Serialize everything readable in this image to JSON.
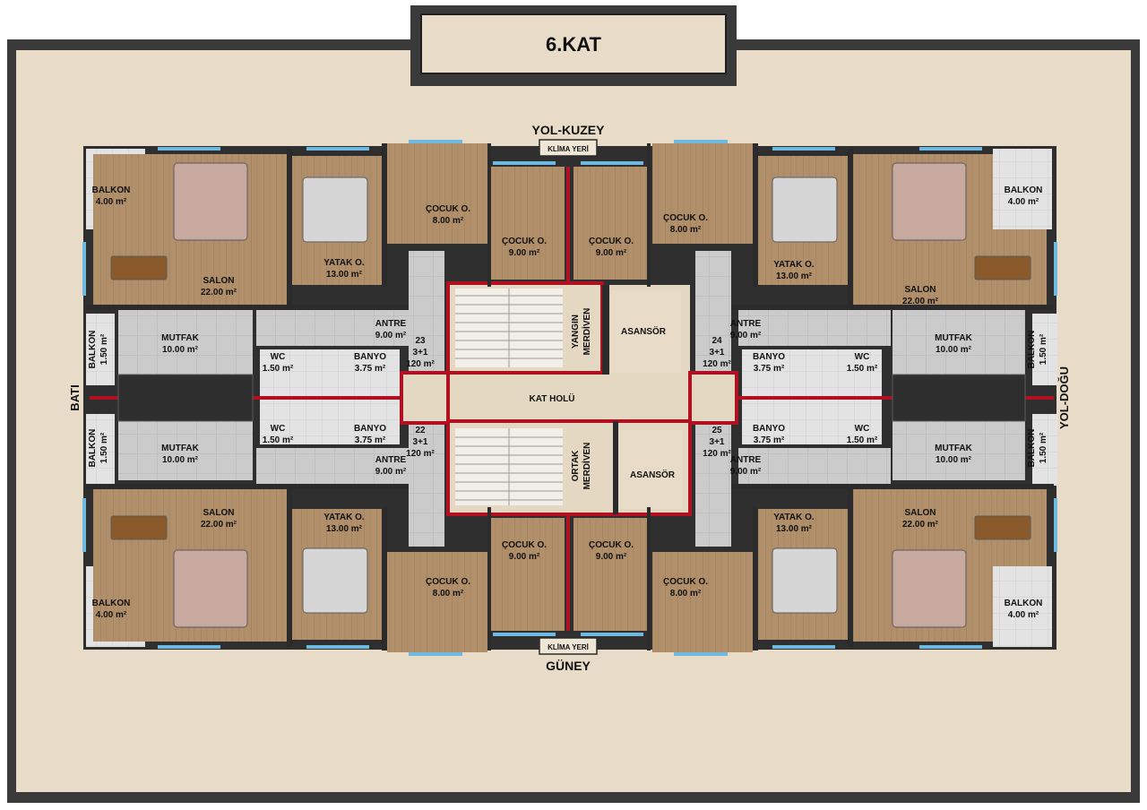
{
  "title": "6.KAT",
  "directions": {
    "north": "YOL-KUZEY",
    "south": "GÜNEY",
    "west": "BATI",
    "east": "YOL-DOĞU"
  },
  "klima": "KLİMA YERİ",
  "core": {
    "hall": "KAT HOLÜ",
    "elevator": "ASANSÖR",
    "fire_stair": [
      "YANGIN",
      "MERDİVEN"
    ],
    "common_stair": [
      "ORTAK",
      "MERDİVEN"
    ]
  },
  "units": [
    {
      "no": "23",
      "type": "3+1",
      "area": "120 m²"
    },
    {
      "no": "22",
      "type": "3+1",
      "area": "120 m²"
    },
    {
      "no": "24",
      "type": "3+1",
      "area": "120 m²"
    },
    {
      "no": "25",
      "type": "3+1",
      "area": "120 m²"
    }
  ],
  "rooms": {
    "balkon": {
      "name": "BALKON",
      "area": "4.00 m²"
    },
    "balkon_small": {
      "name": "BALKON",
      "area": "1.50 m²"
    },
    "salon": {
      "name": "SALON",
      "area": "22.00 m²"
    },
    "yatak": {
      "name": "YATAK O.",
      "area": "13.00 m²"
    },
    "cocuk": {
      "name": "ÇOCUK O.",
      "area": "8.00 m²"
    },
    "cocuk9": {
      "name": "ÇOCUK O.",
      "area": "9.00 m²"
    },
    "antre": {
      "name": "ANTRE",
      "area": "9.00 m²"
    },
    "mutfak": {
      "name": "MUTFAK",
      "area": "10.00 m²"
    },
    "wc": {
      "name": "WC",
      "area": "1.50 m²"
    },
    "banyo": {
      "name": "BANYO",
      "area": "3.75 m²"
    }
  },
  "colors": {
    "background": "#e8dcc8",
    "wall": "#2b2b2b",
    "wood": "#b08f6a",
    "tile": "#c9c9c9",
    "red_line": "#b01020",
    "window": "#6fb8e0"
  }
}
